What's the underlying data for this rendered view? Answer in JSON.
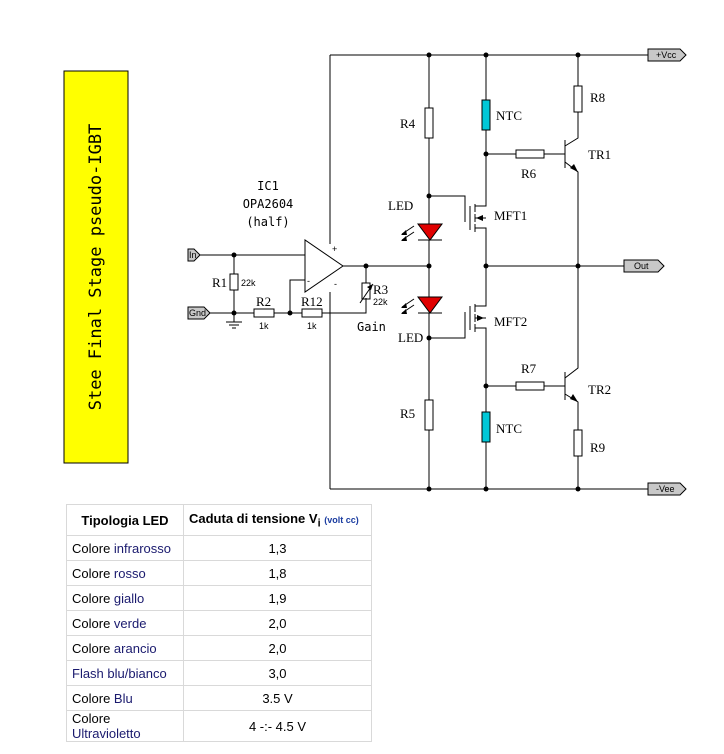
{
  "title_box": {
    "text": "Stee Final Stage pseudo-IGBT",
    "bg": "#ffff00"
  },
  "ic": {
    "name": "IC1",
    "part": "OPA2604",
    "note": "(half)"
  },
  "ports": {
    "vcc": "+Vcc",
    "vee": "-Vee",
    "out": "Out",
    "in": "In",
    "gnd": "Gnd"
  },
  "components": {
    "r1": "R1",
    "r1_val": "22k",
    "r2": "R2",
    "r2_val": "1k",
    "r12": "R12",
    "r12_val": "1k",
    "r3": "R3",
    "r3_val": "22k",
    "gain": "Gain",
    "r4": "R4",
    "r5": "R5",
    "r6": "R6",
    "r7": "R7",
    "r8": "R8",
    "r9": "R9",
    "led_top": "LED",
    "led_bot": "LED",
    "ntc_top": "NTC",
    "ntc_bot": "NTC",
    "mft1": "MFT1",
    "mft2": "MFT2",
    "tr1": "TR1",
    "tr2": "TR2",
    "plus": "+",
    "minus": "-"
  },
  "colors": {
    "ntc": "#00c8d8",
    "led": "#e00000"
  },
  "table": {
    "header_type": "Tipologia LED",
    "header_volt": "Caduta di tensione V",
    "header_volt_sub": "i",
    "header_volt_unit": "(volt cc)",
    "rows": [
      {
        "prefix": "Colore ",
        "type": "infrarosso",
        "value": "1,3"
      },
      {
        "prefix": "Colore ",
        "type": "rosso",
        "value": "1,8"
      },
      {
        "prefix": "Colore ",
        "type": "giallo",
        "value": "1,9"
      },
      {
        "prefix": "Colore ",
        "type": "verde",
        "value": "2,0"
      },
      {
        "prefix": "Colore ",
        "type": "arancio",
        "value": "2,0"
      },
      {
        "prefix": "",
        "type": "Flash blu/bianco",
        "value": "3,0"
      },
      {
        "prefix": "Colore ",
        "type": "Blu",
        "value": "3.5 V"
      },
      {
        "prefix": "Colore ",
        "type": "Ultravioletto",
        "value": "4 -:- 4.5 V"
      }
    ]
  }
}
